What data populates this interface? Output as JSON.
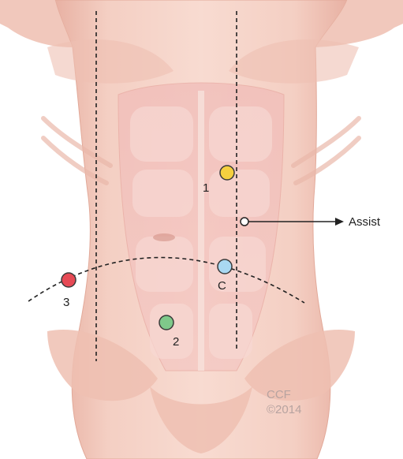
{
  "figure": {
    "ports": [
      {
        "id": "port-1",
        "label": "1",
        "color": "#f5d03f"
      },
      {
        "id": "port-2",
        "label": "2",
        "color": "#7fc98a"
      },
      {
        "id": "port-3",
        "label": "3",
        "color": "#e64a55"
      },
      {
        "id": "port-c",
        "label": "C",
        "color": "#a9d8f2"
      }
    ],
    "assist_port": {
      "label": "Assist",
      "color": "#ffffff"
    },
    "watermark": {
      "line1": "CCF",
      "line2": "©2014"
    },
    "colors": {
      "skin": "#f4cfc3",
      "skin_shadow": "#e9b2a4",
      "muscle": "#f1b9b6",
      "muscle_light": "#f7d6d2",
      "lines": "#222222"
    }
  }
}
